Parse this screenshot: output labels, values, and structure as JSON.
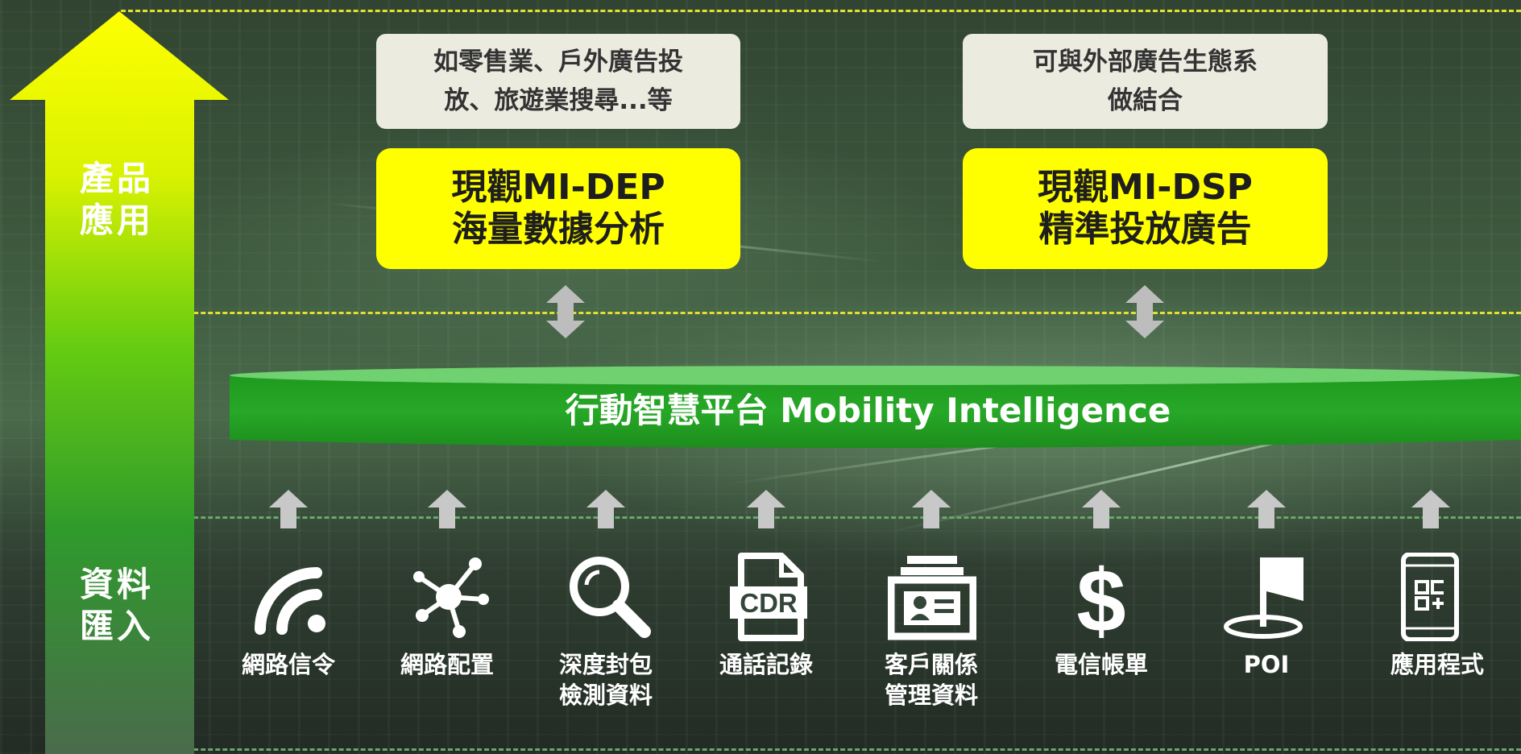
{
  "side_labels": {
    "top": "產品\n應用",
    "bottom": "資料\n匯入"
  },
  "products": [
    {
      "note": "如零售業、戶外廣告投\n放、旅遊業搜尋...等",
      "title": "現觀MI-DEP\n海量數據分析"
    },
    {
      "note": "可與外部廣告生態系\n做結合",
      "title": "現觀MI-DSP\n精準投放廣告"
    }
  ],
  "platform": {
    "label": "行動智慧平台 Mobility Intelligence"
  },
  "sources": [
    {
      "label": "網路信令",
      "icon": "wifi-signal-icon"
    },
    {
      "label": "網路配置",
      "icon": "network-nodes-icon"
    },
    {
      "label": "深度封包\n檢測資料",
      "icon": "magnifier-icon"
    },
    {
      "label": "通話記錄",
      "icon": "cdr-document-icon"
    },
    {
      "label": "客戶關係\n管理資料",
      "icon": "crm-files-icon"
    },
    {
      "label": "電信帳單",
      "icon": "dollar-icon"
    },
    {
      "label": "POI",
      "icon": "flag-pin-icon"
    },
    {
      "label": "應用程式",
      "icon": "smartphone-app-icon"
    }
  ],
  "cdr_icon_text": "CDR",
  "colors": {
    "arrow_top": "#ffff00",
    "arrow_bottom": "#2e8b2e",
    "product_box": "#ffff00",
    "note_box": "#ecebe0",
    "platform_green": "#2aa52a",
    "dash_yellow": "#e3e02c",
    "dash_green": "#69a86b"
  }
}
